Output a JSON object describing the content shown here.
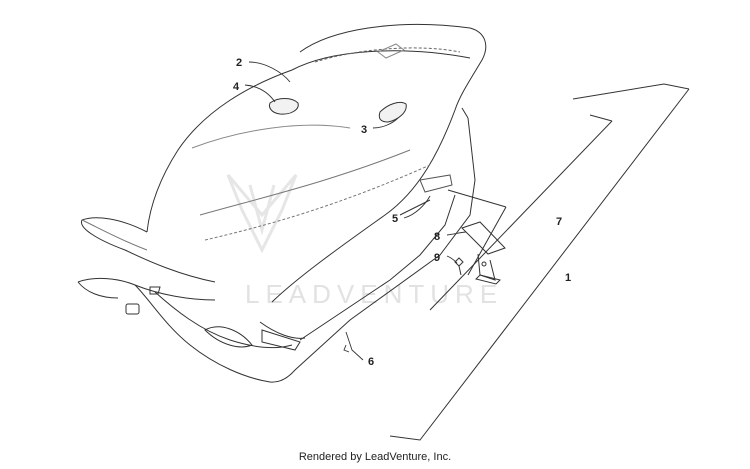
{
  "watermark": {
    "text": "LEADVENTURE"
  },
  "footer": {
    "text": "Rendered by LeadVenture, Inc."
  },
  "callouts": [
    {
      "id": "c1",
      "label": "1"
    },
    {
      "id": "c2",
      "label": "2"
    },
    {
      "id": "c3",
      "label": "3"
    },
    {
      "id": "c4",
      "label": "4"
    },
    {
      "id": "c5",
      "label": "5"
    },
    {
      "id": "c6",
      "label": "6"
    },
    {
      "id": "c7",
      "label": "7"
    },
    {
      "id": "c8",
      "label": "8"
    },
    {
      "id": "c9",
      "label": "9"
    }
  ]
}
